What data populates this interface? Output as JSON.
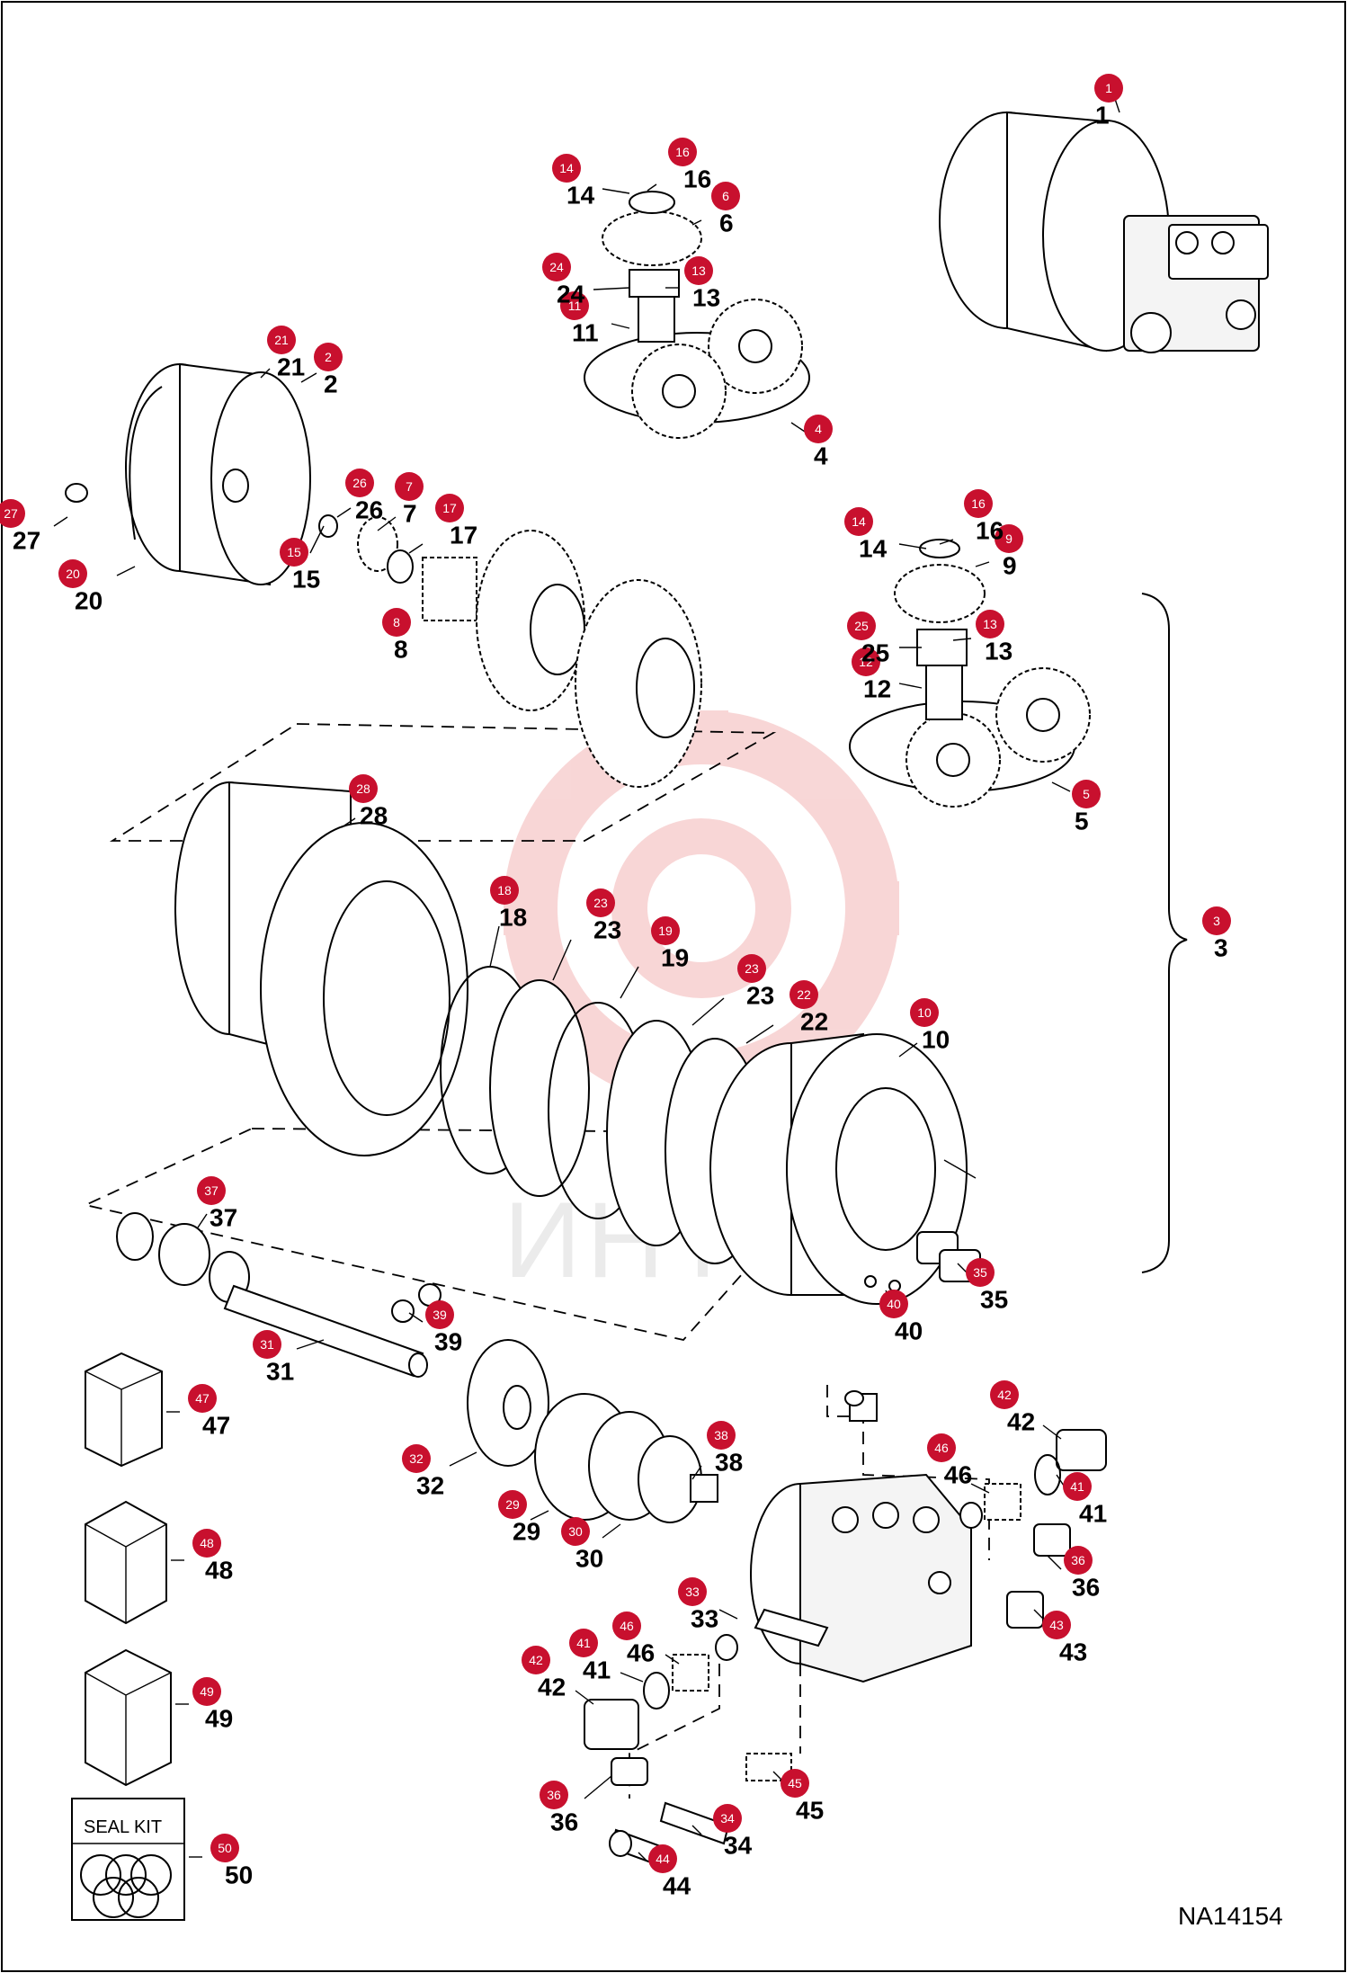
{
  "drawing_code": "NA14154",
  "seal_kit_label": "SEAL KIT",
  "watermark_text": "ИНТЕХ",
  "badge_color": "#c8102e",
  "callouts": [
    {
      "id": "1",
      "label": "1"
    },
    {
      "id": "2",
      "label": "2"
    },
    {
      "id": "3",
      "label": "3"
    },
    {
      "id": "4",
      "label": "4"
    },
    {
      "id": "5",
      "label": "5"
    },
    {
      "id": "6",
      "label": "6"
    },
    {
      "id": "7",
      "label": "7"
    },
    {
      "id": "8",
      "label": "8"
    },
    {
      "id": "9",
      "label": "9"
    },
    {
      "id": "10",
      "label": "10"
    },
    {
      "id": "11",
      "label": "11"
    },
    {
      "id": "12",
      "label": "12"
    },
    {
      "id": "13a",
      "label": "13"
    },
    {
      "id": "13b",
      "label": "13"
    },
    {
      "id": "14a",
      "label": "14"
    },
    {
      "id": "14b",
      "label": "14"
    },
    {
      "id": "15",
      "label": "15"
    },
    {
      "id": "16a",
      "label": "16"
    },
    {
      "id": "16b",
      "label": "16"
    },
    {
      "id": "17",
      "label": "17"
    },
    {
      "id": "18",
      "label": "18"
    },
    {
      "id": "19",
      "label": "19"
    },
    {
      "id": "20",
      "label": "20"
    },
    {
      "id": "21",
      "label": "21"
    },
    {
      "id": "22",
      "label": "22"
    },
    {
      "id": "23a",
      "label": "23"
    },
    {
      "id": "23b",
      "label": "23"
    },
    {
      "id": "24",
      "label": "24"
    },
    {
      "id": "25",
      "label": "25"
    },
    {
      "id": "26",
      "label": "26"
    },
    {
      "id": "27",
      "label": "27"
    },
    {
      "id": "28",
      "label": "28"
    },
    {
      "id": "29",
      "label": "29"
    },
    {
      "id": "30",
      "label": "30"
    },
    {
      "id": "31",
      "label": "31"
    },
    {
      "id": "32",
      "label": "32"
    },
    {
      "id": "33",
      "label": "33"
    },
    {
      "id": "34",
      "label": "34"
    },
    {
      "id": "35",
      "label": "35"
    },
    {
      "id": "36a",
      "label": "36"
    },
    {
      "id": "36b",
      "label": "36"
    },
    {
      "id": "37",
      "label": "37"
    },
    {
      "id": "38",
      "label": "38"
    },
    {
      "id": "39",
      "label": "39"
    },
    {
      "id": "40",
      "label": "40"
    },
    {
      "id": "41a",
      "label": "41"
    },
    {
      "id": "41b",
      "label": "41"
    },
    {
      "id": "42a",
      "label": "42"
    },
    {
      "id": "42b",
      "label": "42"
    },
    {
      "id": "43",
      "label": "43"
    },
    {
      "id": "44",
      "label": "44"
    },
    {
      "id": "45",
      "label": "45"
    },
    {
      "id": "46a",
      "label": "46"
    },
    {
      "id": "46b",
      "label": "46"
    },
    {
      "id": "47",
      "label": "47"
    },
    {
      "id": "48",
      "label": "48"
    },
    {
      "id": "49",
      "label": "49"
    },
    {
      "id": "50",
      "label": "50"
    }
  ]
}
